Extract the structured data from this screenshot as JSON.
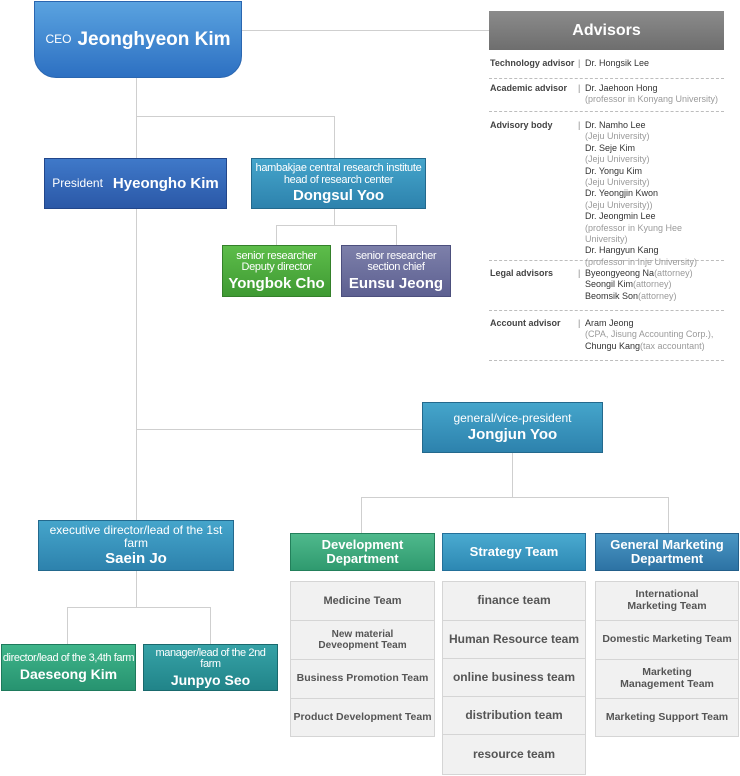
{
  "ceo": {
    "title": "CEO",
    "name": "Jeonghyeon Kim"
  },
  "president": {
    "title": "President",
    "name": "Hyeongho Kim"
  },
  "research_head": {
    "line1": "hambakjae central research institute",
    "line2": "head of research center",
    "name": "Dongsul Yoo"
  },
  "researcher1": {
    "line1": "senior researcher",
    "line2": "Deputy director",
    "name": "Yongbok Cho"
  },
  "researcher2": {
    "line1": "senior researcher",
    "line2": "section chief",
    "name": "Eunsu Jeong"
  },
  "vice_president": {
    "title": "general/vice-president",
    "name": "Jongjun Yoo"
  },
  "exec_director": {
    "title": "executive director/lead of the 1st farm",
    "name": "Saein Jo"
  },
  "farm_lead_34": {
    "title": "director/lead of the 3,4th farm",
    "name": "Daeseong Kim"
  },
  "farm_lead_2": {
    "title": "manager/lead of the 2nd farm",
    "name": "Junpyo Seo"
  },
  "departments": [
    {
      "name_line1": "Development",
      "name_line2": "Department",
      "teams": [
        {
          "l1": "Medicine Team",
          "l2": ""
        },
        {
          "l1": "New material",
          "l2": "Deveopment Team"
        },
        {
          "l1": "Business Promotion Team",
          "l2": ""
        },
        {
          "l1": "Product Development Team",
          "l2": ""
        }
      ]
    },
    {
      "name_line1": "Strategy Team",
      "name_line2": "",
      "teams": [
        {
          "l1": "finance team",
          "l2": ""
        },
        {
          "l1": "Human Resource team",
          "l2": ""
        },
        {
          "l1": "online business team",
          "l2": ""
        },
        {
          "l1": "distribution team",
          "l2": ""
        },
        {
          "l1": "resource team",
          "l2": ""
        }
      ]
    },
    {
      "name_line1": "General Marketing",
      "name_line2": "Department",
      "teams": [
        {
          "l1": "International",
          "l2": "Marketing Team"
        },
        {
          "l1": "Domestic Marketing Team",
          "l2": ""
        },
        {
          "l1": "Marketing",
          "l2": "Management Team"
        },
        {
          "l1": "Marketing Support Team",
          "l2": ""
        }
      ]
    }
  ],
  "advisors": {
    "heading": "Advisors",
    "groups": [
      {
        "label": "Technology advisor",
        "bar": "|",
        "entries": [
          {
            "name": "Dr. Hongsik Lee",
            "aff": ""
          }
        ]
      },
      {
        "label": "Academic advisor",
        "bar": "|",
        "entries": [
          {
            "name": "Dr. Jaehoon Hong",
            "aff": "(professor in Konyang University)"
          }
        ]
      },
      {
        "label": "Advisory body",
        "bar": "|",
        "entries": [
          {
            "name": "Dr. Namho Lee",
            "aff": "(Jeju University)"
          },
          {
            "name": "Dr. Seje Kim",
            "aff": "(Jeju University)"
          },
          {
            "name": "Dr. Yongu Kim",
            "aff": "(Jeju University)"
          },
          {
            "name": "Dr. Yeongjin Kwon",
            "aff": "(Jeju University))"
          },
          {
            "name": "Dr. Jeongmin Lee",
            "aff": "(professor in Kyung Hee University)"
          },
          {
            "name": "Dr. Hangyun Kang",
            "aff": "(professor in Inje University)"
          }
        ]
      },
      {
        "label": "Legal advisors",
        "bar": "|",
        "entries": [
          {
            "name": "Byeongyeong Na",
            "aff": "(attorney)"
          },
          {
            "name": "Seongil Kim",
            "aff": "(attorney)"
          },
          {
            "name": "Beomsik Son",
            "aff": "(attorney)"
          }
        ]
      },
      {
        "label": "Account advisor",
        "bar": "|",
        "entries": [
          {
            "name": "Aram Jeong",
            "aff": ""
          },
          {
            "name": "",
            "aff": "(CPA, Jisung Accounting Corp.),"
          },
          {
            "name": "Chungu Kang",
            "aff": "(tax accountant)"
          }
        ]
      }
    ]
  }
}
